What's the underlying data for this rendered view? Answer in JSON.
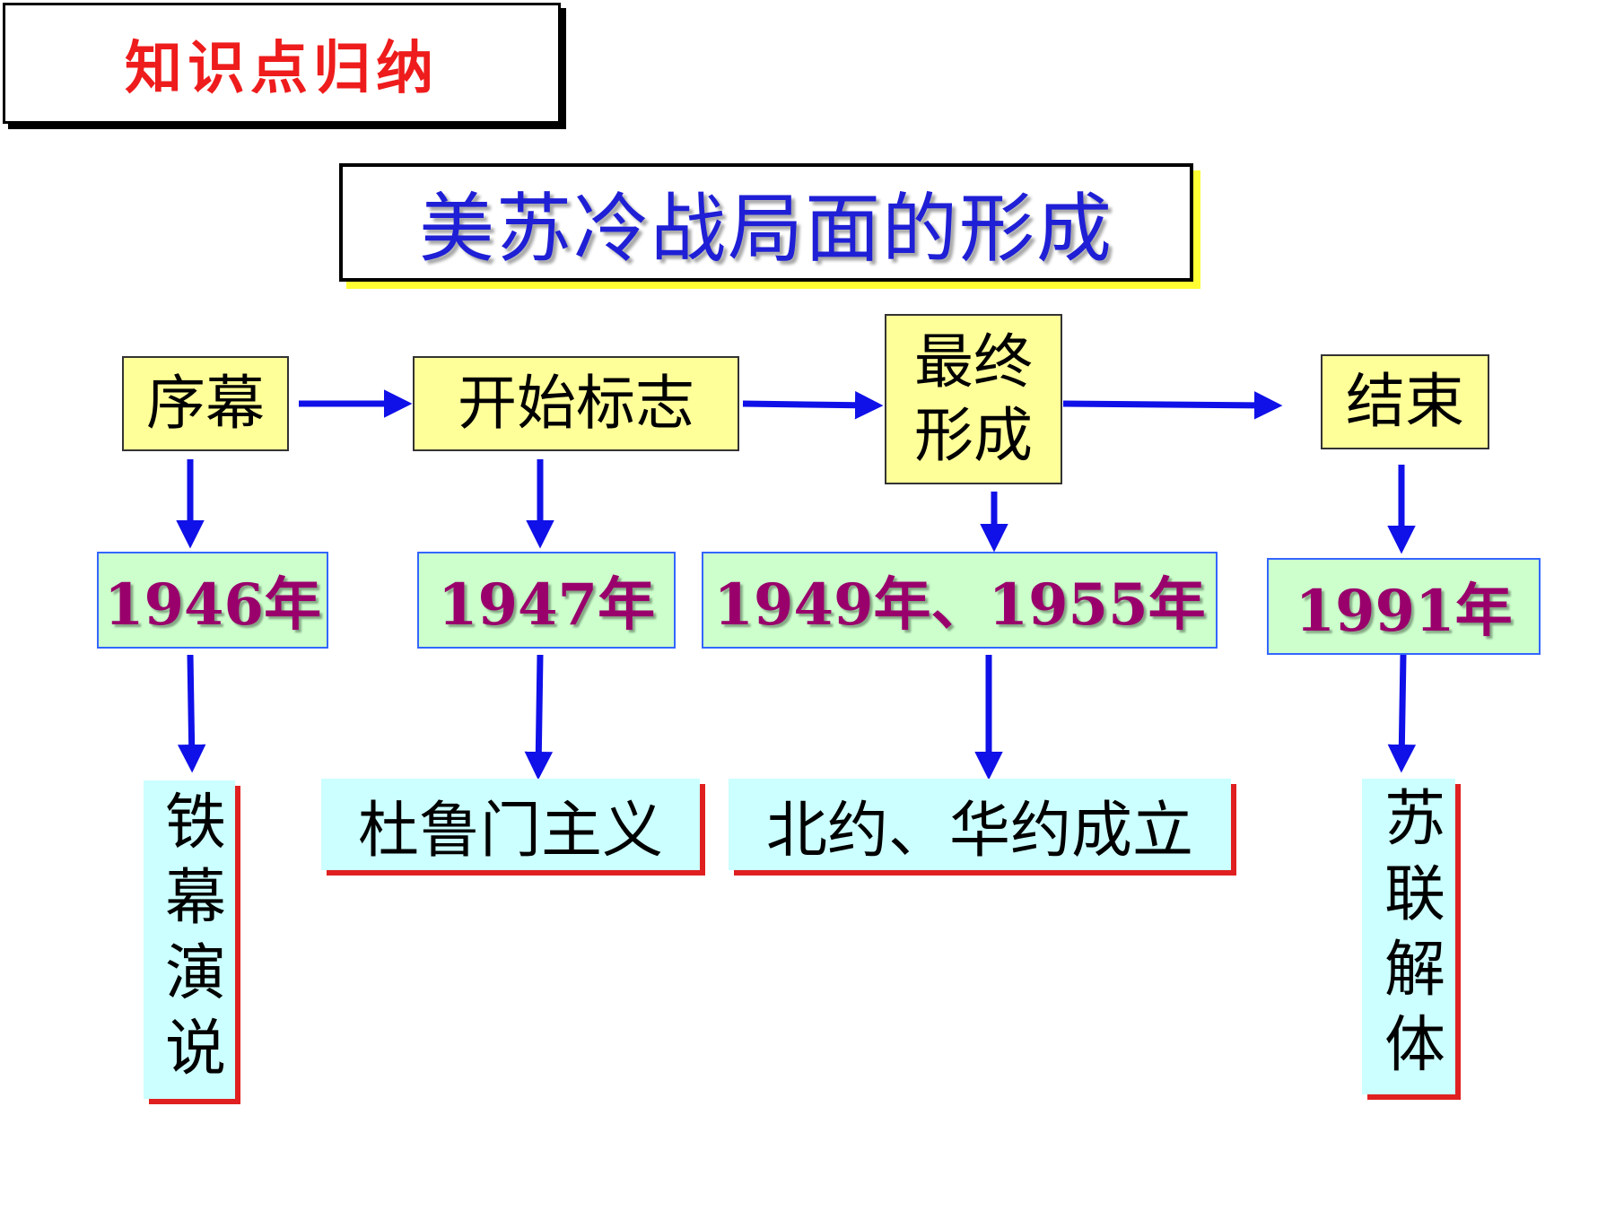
{
  "section_label": "知识点归纳",
  "title": "美苏冷战局面的形成",
  "stages": [
    {
      "label": "序幕",
      "year": "1946年",
      "event": "铁幕演说"
    },
    {
      "label": "开始标志",
      "year": "1947年",
      "event": "杜鲁门主义"
    },
    {
      "label": "最终形成",
      "year": "1949年、1955年",
      "event": "北约、华约成立"
    },
    {
      "label": "结束",
      "year": "1991年",
      "event": "苏联解体"
    }
  ],
  "colors": {
    "section_label": "#ee1c1c",
    "title": "#1f1fd6",
    "arrow": "#1010e8",
    "stage_fill": "#ffff99",
    "year_fill": "#ccffcc",
    "year_text": "#99006b",
    "event_fill": "#ccffff",
    "event_shadow": "#e02020"
  }
}
